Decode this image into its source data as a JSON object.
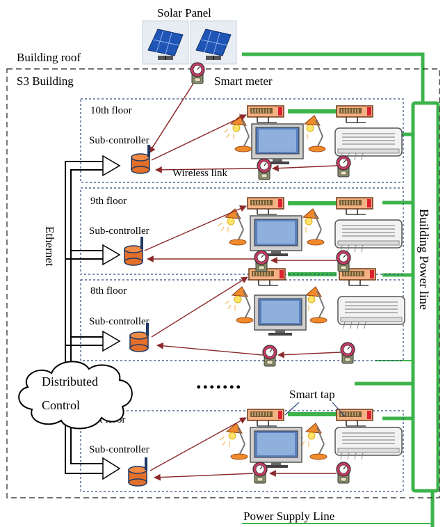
{
  "labels": {
    "solar_panel": "Solar Panel",
    "building_roof": "Building roof",
    "building": "S3 Building",
    "smart_meter": "Smart meter",
    "wireless_link": "Wireless link",
    "ethernet": "Ethernet",
    "distributed_line1": "Distributed",
    "distributed_line2": "Control",
    "smart_tap": "Smart tap",
    "power_line": "Building Power line",
    "power_supply": "Power Supply Line",
    "ellipsis": "......."
  },
  "floors": [
    {
      "name": "10th floor",
      "controller": "Sub-controller"
    },
    {
      "name": "9th floor",
      "controller": "Sub-controller"
    },
    {
      "name": "8th floor",
      "controller": "Sub-controller"
    },
    {
      "name": "1st floor",
      "controller": "Sub-controller"
    }
  ],
  "colors": {
    "power": "#3cb44b",
    "wireless": "#8b2a2a",
    "controller": "#e2702a",
    "smart_tap": "#f4b183",
    "floor_border": "#2e4a7a"
  },
  "icons": [
    "solar-panel-icon",
    "smart-meter-icon",
    "sub-controller-icon",
    "smart-tap-icon",
    "lamp-icon",
    "tv-icon",
    "air-conditioner-icon",
    "cloud-icon"
  ]
}
